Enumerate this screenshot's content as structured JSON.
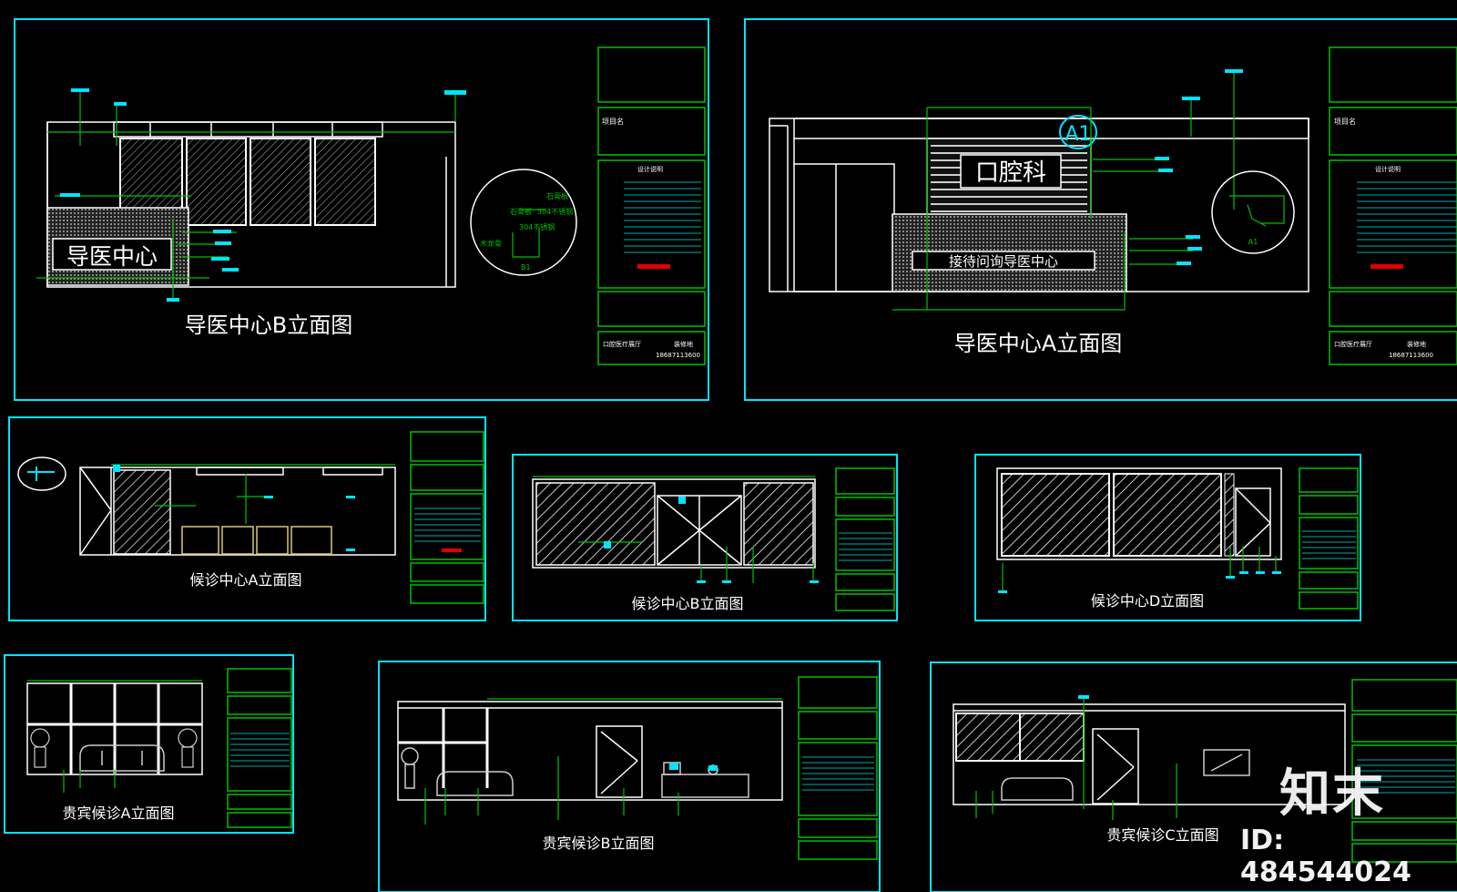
{
  "colors": {
    "background": "#000000",
    "frame": "#00e5ff",
    "green": "#00c000",
    "white": "#ffffff",
    "red": "#e00000",
    "yellow": "#d8c870"
  },
  "sheets": {
    "b_elev": {
      "title": "导医中心B立面图",
      "sign": "导医中心",
      "detail_labels": [
        "石膏板",
        "石膏板",
        "304不锈钢",
        "304不锈钢",
        "木龙骨",
        "B1"
      ],
      "titleblock": {
        "project_label": "项目名",
        "drawing_label": "设计说明",
        "company": "口腔医疗展厅",
        "phone": "18687113600",
        "designer": "装修地"
      }
    },
    "a_elev": {
      "title": "导医中心A立面图",
      "sign": "口腔科",
      "counter_sign": "接待问询导医中心",
      "marker": "A1",
      "detail_label": "A1",
      "titleblock": {
        "project_label": "项目名",
        "drawing_label": "设计说明",
        "company": "口腔医疗展厅",
        "phone": "18687113600",
        "designer": "装修地"
      }
    },
    "wait_a": {
      "title": "候诊中心A立面图"
    },
    "wait_b": {
      "title": "候诊中心B立面图"
    },
    "wait_d": {
      "title": "候诊中心D立面图"
    },
    "vip_a": {
      "title": "贵宾候诊A立面图"
    },
    "vip_b": {
      "title": "贵宾候诊B立面图"
    },
    "vip_c": {
      "title": "贵宾候诊C立面图"
    }
  },
  "watermark": {
    "logo": "知末",
    "id_text": "ID: 484544024"
  }
}
